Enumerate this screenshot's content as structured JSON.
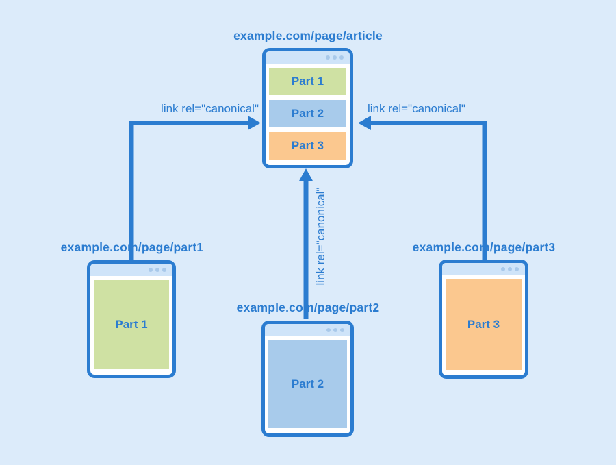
{
  "colors": {
    "background": "#dcebfa",
    "accent": "#2b7cd0",
    "window_bg": "#ffffff",
    "titlebar": "#cfe4f9",
    "dot": "#a9c9ea",
    "part1_fill": "#cfe1a3",
    "part2_fill": "#a8cbeb",
    "part3_fill": "#fbc88f"
  },
  "pages": {
    "article": {
      "url": "example.com/page/article",
      "parts": [
        {
          "label": "Part 1"
        },
        {
          "label": "Part 2"
        },
        {
          "label": "Part 3"
        }
      ]
    },
    "part1": {
      "url": "example.com/page/part1",
      "content_label": "Part 1"
    },
    "part2": {
      "url": "example.com/page/part2",
      "content_label": "Part 2"
    },
    "part3": {
      "url": "example.com/page/part3",
      "content_label": "Part 3"
    }
  },
  "arrows": {
    "left": {
      "label": "link rel=\"canonical\""
    },
    "middle": {
      "label": "link rel=\"canonical\""
    },
    "right": {
      "label": "link rel=\"canonical\""
    }
  }
}
